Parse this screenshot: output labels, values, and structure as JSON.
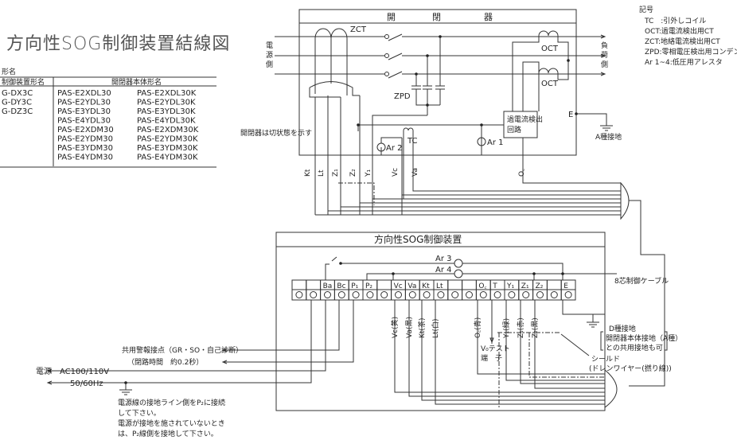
{
  "title": "方向性SOG制御装置結線図",
  "model_table": {
    "heading": "形名",
    "headers": [
      "制御装置形名",
      "開閉器本体形名"
    ],
    "controllers": [
      "G-DX3C",
      "G-DY3C",
      "G-DZ3C"
    ],
    "switch_models": [
      [
        "PAS-E2XDL30",
        "PAS-E2XDL30K"
      ],
      [
        "PAS-E2YDL30",
        "PAS-E2YDL30K"
      ],
      [
        "PAS-E3YDL30",
        "PAS-E3YDL30K"
      ],
      [
        "PAS-E4YDL30",
        "PAS-E4YDL30K"
      ],
      [
        "PAS-E2XDM30",
        "PAS-E2XDM30K"
      ],
      [
        "PAS-E2YDM30",
        "PAS-E2YDM30K"
      ],
      [
        "PAS-E3YDM30",
        "PAS-E3YDM30K"
      ],
      [
        "PAS-E4YDM30",
        "PAS-E4YDM30K"
      ]
    ]
  },
  "legend": {
    "heading": "記号",
    "items": [
      "TC　:引外しコイル",
      "OCT:過電流検出用CT",
      "ZCT:地絡電流検出用CT",
      "ZPD:零相電圧検出用コンデンサ",
      "Ar 1~4:低圧用アレスタ"
    ]
  },
  "switch_box": {
    "title_chars": [
      "開",
      "閉",
      "器"
    ],
    "source_side": [
      "電",
      "源",
      "側"
    ],
    "load_side": [
      "負",
      "荷",
      "側"
    ],
    "zct": "ZCT",
    "zpd": "ZPD",
    "oct": "OCT",
    "detector": [
      "過電流検出",
      "回路"
    ],
    "e": "E",
    "ground_a": "A種接地",
    "state_note": "開閉器は切状態を示す",
    "ar1": "Ar 1",
    "ar2": "Ar 2",
    "tc": "TC",
    "wire_labels": [
      "Kt",
      "Lt",
      "Z₁",
      "Z₂",
      "Y₁",
      "Vc",
      "Va",
      "O꜀"
    ]
  },
  "controller": {
    "title": "方向性SOG制御装置",
    "ar3": "Ar 3",
    "ar4": "Ar 4",
    "terminals": [
      "",
      "",
      "Ba",
      "Bc",
      "P₁",
      "P₂",
      "",
      "Vc",
      "Va",
      "Kt",
      "Lt",
      "",
      "",
      "O꜀",
      "T",
      "Y₁",
      "Z₁",
      "Z₂",
      "",
      "E"
    ],
    "wire_colors": [
      "Vc(黄)",
      "Va(黒)",
      "Kt(茶)",
      "Lt(白)",
      "O꜀(青)",
      "Y₁(緑)",
      "Z₁(赤)",
      "Z₂(黒)"
    ],
    "v0_test": [
      "V₀テスト",
      "端　子"
    ],
    "ground_d": "D種接地",
    "ground_note": [
      "開閉器本体接地（A種）",
      "との共用接地も可"
    ],
    "shield": [
      "シールド",
      "(ドレンワイヤー(撚り線))"
    ],
    "cable": "8芯制御ケーブル"
  },
  "external": {
    "alarm": "共用警報接点（GR・SO・自己診断）",
    "alarm_time": "（閉路時間　約0.2秒）",
    "power": "電源　AC100/110V",
    "freq": "50/60Hz",
    "notes": [
      "電源線の接地ライン側をP₂に接続",
      "して下さい。",
      "電源が接地を施されていないとき",
      "は、P₂線側を接地して下さい。"
    ]
  }
}
